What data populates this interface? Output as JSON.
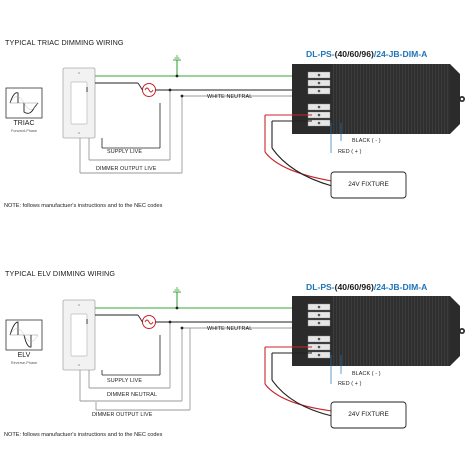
{
  "sections": [
    {
      "title": "TYPICAL TRIAC DIMMING WIRING",
      "model_prefix": "DL-PS-",
      "model_mid": "(40/60/96)",
      "model_suffix": "/24-JB-DIM-A",
      "dimmer_type": "TRIAC",
      "dimmer_phase": "Forward-Phase",
      "labels": {
        "white_neutral": "WHITE NEUTRAL",
        "supply_live": "SUPPLY LIVE",
        "dimmer_output_live": "DIMMER OUTPUT LIVE",
        "black": "BLACK ( - )",
        "red": "RED ( + )",
        "fixture": "24V FIXTURE"
      },
      "note": "NOTE: follows manufactuer's instructions and to the NEC codes"
    },
    {
      "title": "TYPICAL ELV DIMMING WIRING",
      "model_prefix": "DL-PS-",
      "model_mid": "(40/60/96)",
      "model_suffix": "/24-JB-DIM-A",
      "dimmer_type": "ELV",
      "dimmer_phase": "Reverse-Phase",
      "labels": {
        "white_neutral": "WHITE NEUTRAL",
        "supply_live": "SUPPLY LIVE",
        "dimmer_neutral": "DIMMER NEUTRAL",
        "dimmer_output_live": "DIMMER OUTPUT LIVE",
        "black": "BLACK ( - )",
        "red": "RED ( + )",
        "fixture": "24V FIXTURE"
      },
      "note": "NOTE: follows manufactuer's instructions and to the NEC codes"
    }
  ],
  "colors": {
    "green_wire": "#3aa53a",
    "red_wire": "#c8262b",
    "black_wire": "#222222",
    "gray_wire": "#9a9a9a",
    "model_blue": "#1e73b7",
    "driver_body": "#2b2b2b"
  },
  "icons": [
    "ground-icon",
    "ac-source-icon",
    "triac-waveform-icon",
    "elv-waveform-icon",
    "dimmer-switch-icon",
    "led-driver-icon",
    "fixture-icon"
  ]
}
